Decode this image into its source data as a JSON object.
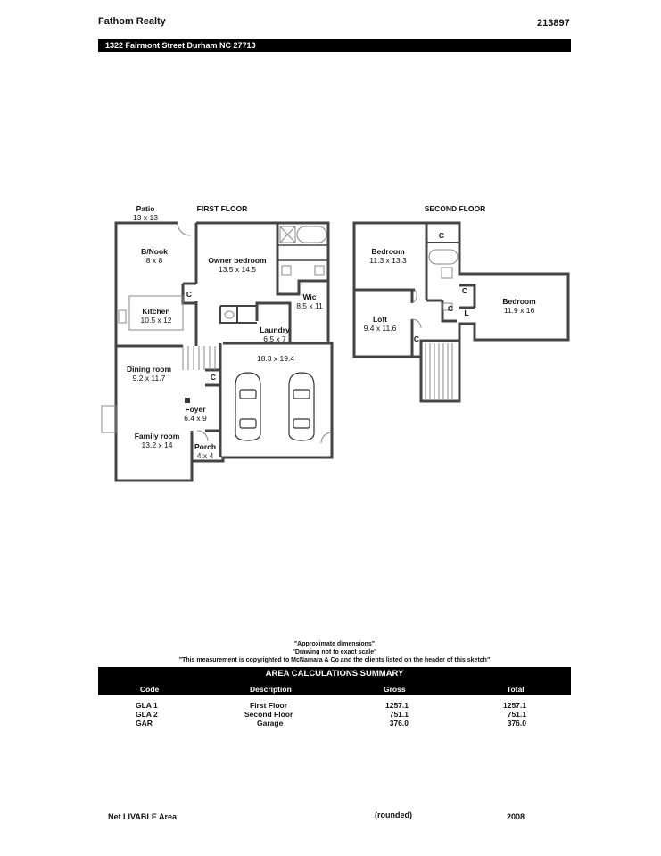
{
  "header": {
    "company": "Fathom Realty",
    "id": "213897",
    "address": "1322 Fairmont Street Durham NC 27713"
  },
  "plan": {
    "first_floor": {
      "title": "FIRST FLOOR",
      "rooms": [
        {
          "key": "patio",
          "name": "Patio",
          "size": "13 x 13"
        },
        {
          "key": "bnook",
          "name": "B/Nook",
          "size": "8 x 8"
        },
        {
          "key": "owner",
          "name": "Owner bedroom",
          "size": "13.5 x 14.5"
        },
        {
          "key": "kitchen",
          "name": "Kitchen",
          "size": "10.5 x 12"
        },
        {
          "key": "wic",
          "name": "Wic",
          "size": "8.5 x 11"
        },
        {
          "key": "laundry",
          "name": "Laundry",
          "size": "6.5 x 7"
        },
        {
          "key": "garage",
          "name": "",
          "size": "18.3 x 19.4"
        },
        {
          "key": "dining",
          "name": "Dining room",
          "size": "9.2 x 11.7"
        },
        {
          "key": "foyer",
          "name": "Foyer",
          "size": "6.4 x 9"
        },
        {
          "key": "family",
          "name": "Family room",
          "size": "13.2 x 14"
        },
        {
          "key": "porch",
          "name": "Porch",
          "size": "4 x 4"
        }
      ],
      "closet_label": "C"
    },
    "second_floor": {
      "title": "SECOND FLOOR",
      "rooms": [
        {
          "key": "bed2",
          "name": "Bedroom",
          "size": "11.3 x 13.3"
        },
        {
          "key": "bed3",
          "name": "Bedroom",
          "size": "11.9 x 16"
        },
        {
          "key": "loft",
          "name": "Loft",
          "size": "9.4 x 11.6"
        }
      ],
      "closet_label": "C",
      "linen_label": "L"
    }
  },
  "notes": [
    "\"Approximate dimensions\"",
    "\"Drawing not to exact scale\"",
    "\"This measurement is copyrighted to McNamara & Co and the clients listed on the header of this sketch\""
  ],
  "summary": {
    "title": "AREA CALCULATIONS SUMMARY",
    "columns": [
      "Code",
      "Description",
      "Gross",
      "Total"
    ],
    "rows": [
      {
        "code": "GLA 1",
        "description": "First Floor",
        "gross": "1257.1",
        "total": "1257.1"
      },
      {
        "code": "GLA 2",
        "description": "Second Floor",
        "gross": "751.1",
        "total": "751.1"
      },
      {
        "code": "GAR",
        "description": "Garage",
        "gross": "376.0",
        "total": "376.0"
      }
    ]
  },
  "footer": {
    "net_label": "Net LIVABLE Area",
    "rounded": "(rounded)",
    "total": "2008"
  }
}
